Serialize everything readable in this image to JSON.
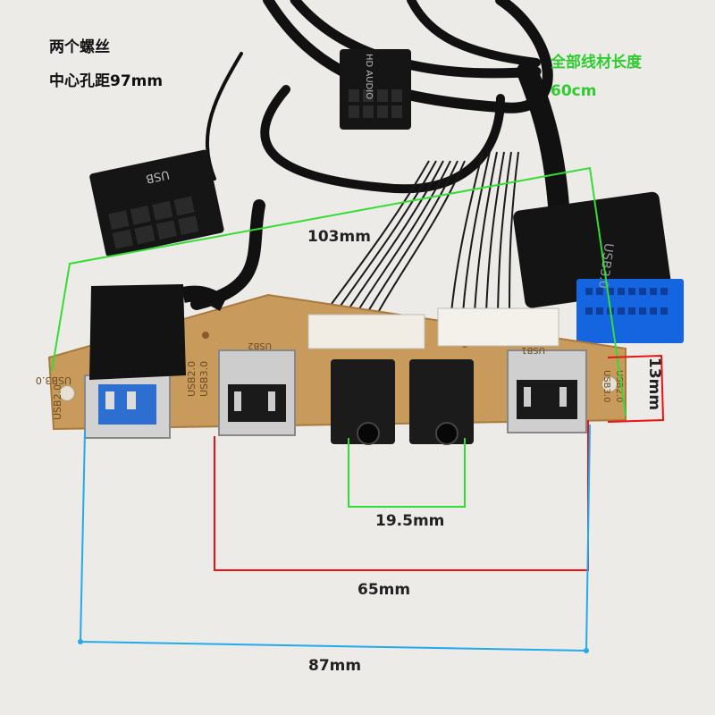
{
  "notes": {
    "screws": "两个螺丝",
    "hole_distance": "中心孔距97mm",
    "cable_length_title": "全部线材长度",
    "cable_length_value": "60cm"
  },
  "dimensions": {
    "width_103": "103mm",
    "height_13": "13mm",
    "audio_19_5": "19.5mm",
    "usb_65": "65mm",
    "usb_87": "87mm"
  },
  "board_labels": {
    "usb_header": "USB",
    "hd_audio_header": "HD AUDIO",
    "usb3_header": "USB3.0",
    "left_port_label_a": "USB3.0",
    "left_port_label_b": "USB2.0",
    "mid_port_label_a": "USB2.0",
    "mid_port_label_b": "USB3.0",
    "mid_port_label_c": "USB2",
    "right_port_label_a": "USB3.0",
    "right_port_label_b": "USB2.0",
    "right_port_label_c": "USB1"
  },
  "colors": {
    "board": "#c99a5c",
    "cable": "#101010",
    "green_line": "#33dd33",
    "red_line": "#ee1111",
    "blue_line": "#22aaee",
    "usb3_blue": "#1565e0"
  }
}
